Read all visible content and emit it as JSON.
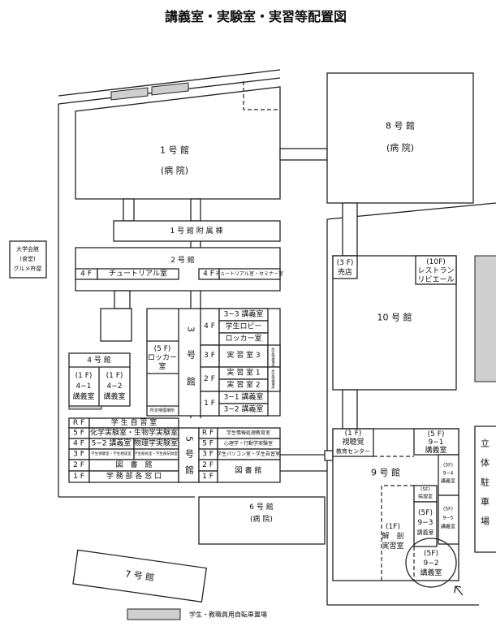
{
  "title": "講義室・実験室・実習等配置図",
  "buildings": {
    "b1": {
      "name": "1 号 館",
      "sub": "(病 院)"
    },
    "b8": {
      "name": "8 号 館",
      "sub": "(病 院)"
    },
    "annex1": {
      "name": "1 号 館 附 属 棟"
    },
    "daigaku_kaikan": {
      "line1": "大学会館",
      "line2": "(食堂)",
      "line3": "グルメ杵屋"
    },
    "b2": {
      "name": "2 号 館",
      "left_floor": "4 F",
      "left_room": "チュートリアル室",
      "right_floor": "4 F",
      "right_room": "チュートリアル室・セミナー室"
    },
    "b3": {
      "name": "3号館",
      "locker_floor": "(5 F)",
      "locker_room": "ロッカー",
      "locker_room2": "室",
      "smoking": "所定喫煙場所",
      "floors": [
        {
          "floor": "4 F",
          "rooms": [
            "3−3 講義室",
            "学生ロビー",
            "ロッカー室"
          ]
        },
        {
          "floor": "3 F",
          "rooms": [
            "実 習 室 3"
          ],
          "side": "所定喫煙場所"
        },
        {
          "floor": "2 F",
          "rooms": [
            "実 習 室 1",
            "実 習 室 2"
          ],
          "side": "所定喫煙場所"
        },
        {
          "floor": "1 F",
          "rooms": [
            "3−1 講義室",
            "3−2 講義室"
          ]
        }
      ]
    },
    "b4": {
      "name": "4 号 館",
      "rooms": [
        {
          "floor": "(1 F)",
          "no": "4−1",
          "room": "講義室"
        },
        {
          "floor": "(1 F)",
          "no": "4−2",
          "room": "講義室"
        }
      ]
    },
    "b5": {
      "name": "5号館",
      "left": [
        {
          "floor": "R F",
          "room": "学 生 自 習 室"
        },
        {
          "floor": "5 F",
          "room": "化学実験室・生物学実験室"
        },
        {
          "floor": "4 F",
          "room": "5−2 講義室",
          "room2": "物理学実験室"
        },
        {
          "floor": "3 F",
          "room": "学生保健室・学生相談室",
          "room2": "学生部長室・学生部記録室"
        },
        {
          "floor": "2 F",
          "room": "図　書　館"
        },
        {
          "floor": "1 F",
          "room": "学 務 部 各 窓 口"
        }
      ],
      "right": [
        {
          "floor": "R F",
          "room": "学生情報処理教育室"
        },
        {
          "floor": "5 F",
          "room": "心理学・行動学実験室"
        },
        {
          "floor": "3 F",
          "room": "学生パソコン室・学生自習室"
        },
        {
          "floor": "2 F"
        },
        {
          "floor": "1 F",
          "room": "図 書 館"
        }
      ]
    },
    "b6": {
      "name": "6 号 館",
      "sub": "(病 院)"
    },
    "b7": {
      "name": "7 号 館"
    },
    "b10": {
      "name": "10 号 館",
      "shop_floor": "(3 F)",
      "shop": "売店",
      "rest_floor": "(10F)",
      "rest1": "レストラン",
      "rest2": "リビエール"
    },
    "b9": {
      "name": "9 号 館",
      "av_floor": "(1 F)",
      "av1": "視聴覚",
      "av2": "教育センター",
      "r91": {
        "floor": "(5 F)",
        "no": "9−1",
        "room": "講義室"
      },
      "r94": {
        "floor": "(5F)",
        "no": "9−4",
        "room": "講義室"
      },
      "r95": {
        "floor": "(5F)",
        "no": "9−5",
        "room": "講義室"
      },
      "path": {
        "floor": "(5F)",
        "room": "病理室"
      },
      "r93": {
        "floor": "(5F)",
        "no": "9−3",
        "room": "講義室"
      },
      "anat": {
        "floor": "(1F)",
        "room1": "解　剖",
        "room2": "実習室"
      },
      "r92": {
        "floor": "(5F)",
        "no": "9−2",
        "room": "講義室"
      }
    },
    "parking": {
      "name": "立体駐車場"
    }
  },
  "legend": {
    "label": "学生・教職員用自転車置場",
    "color": "#cfcfcf"
  }
}
